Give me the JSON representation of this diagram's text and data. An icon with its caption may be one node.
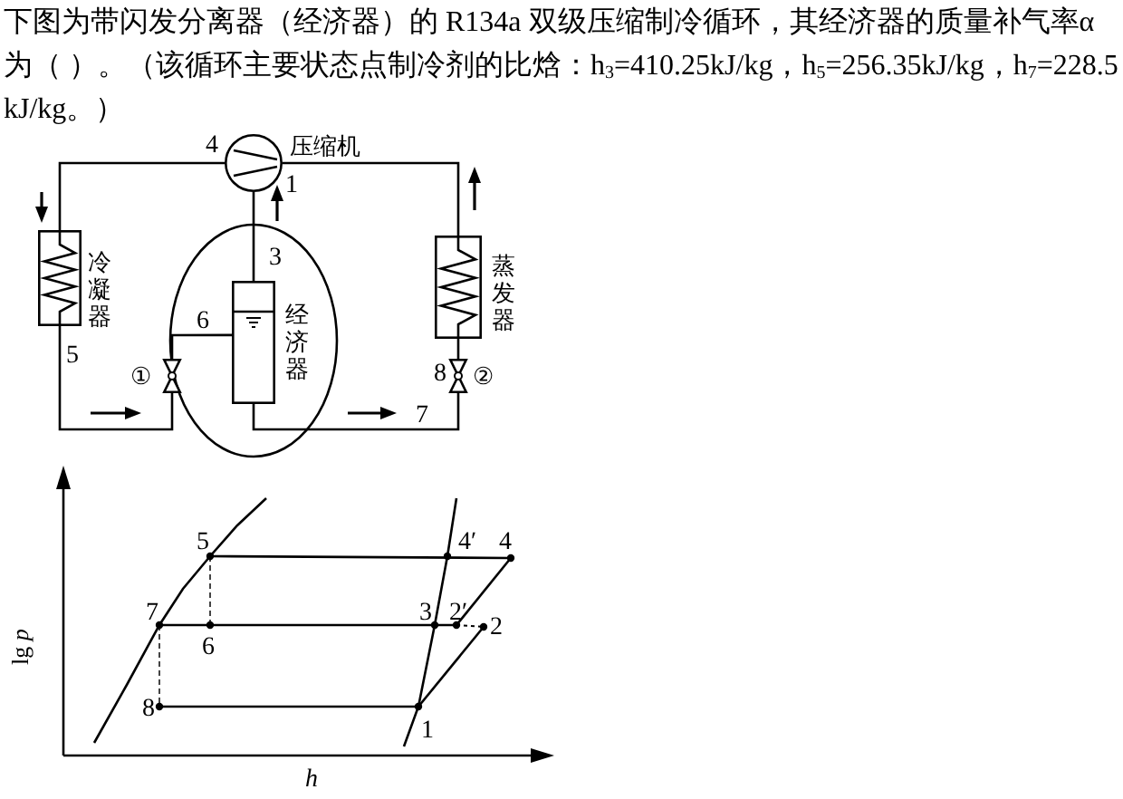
{
  "diagram": {
    "title": "下图为带闪发分离器（经济器）的 R134a 双级压缩制冷循环，其经济器的质量补气率α为（ ）。（该循环主要状态点制冷剂的比焓：h$_{3}$=410.25kJ/kg，h$_{5}$=256.35kJ/kg，h$_{7}$=228.5 kJ/kg。）",
    "nodes": [
      {
        "text": [],
        "shape": "circle",
        "beside": [
          "压缩机"
        ]
      },
      {
        "text": [],
        "shape": "box",
        "beside": [
          "冷凝器"
        ]
      },
      {
        "text": [],
        "shape": "box",
        "beside": [
          "经济器"
        ]
      },
      {
        "text": [],
        "shape": "box",
        "beside": [
          "蒸发器"
        ]
      },
      {
        "text": [],
        "shape": "valve",
        "beside": [
          "①"
        ]
      },
      {
        "text": [],
        "shape": "valve",
        "beside": [
          "②"
        ]
      }
    ],
    "edges": [
      {
        "from": 0,
        "to": 1,
        "arrow": "none"
      },
      {
        "from": 1,
        "to": 4,
        "arrow": "none"
      },
      {
        "from": 4,
        "to": 2,
        "arrow": "none"
      },
      {
        "from": 2,
        "to": 0,
        "arrow": "none"
      },
      {
        "from": 2,
        "to": 5,
        "arrow": "none"
      },
      {
        "from": 5,
        "to": 3,
        "arrow": "none"
      },
      {
        "from": 3,
        "to": 0,
        "arrow": "none"
      }
    ],
    "labels": [
      "4",
      "1",
      "3",
      "6",
      "5",
      "8",
      "7",
      "5",
      "4′",
      "4",
      "7",
      "3",
      "2′",
      "2",
      "lg *p*",
      "6",
      "8",
      "1",
      "h"
    ]
  }
}
